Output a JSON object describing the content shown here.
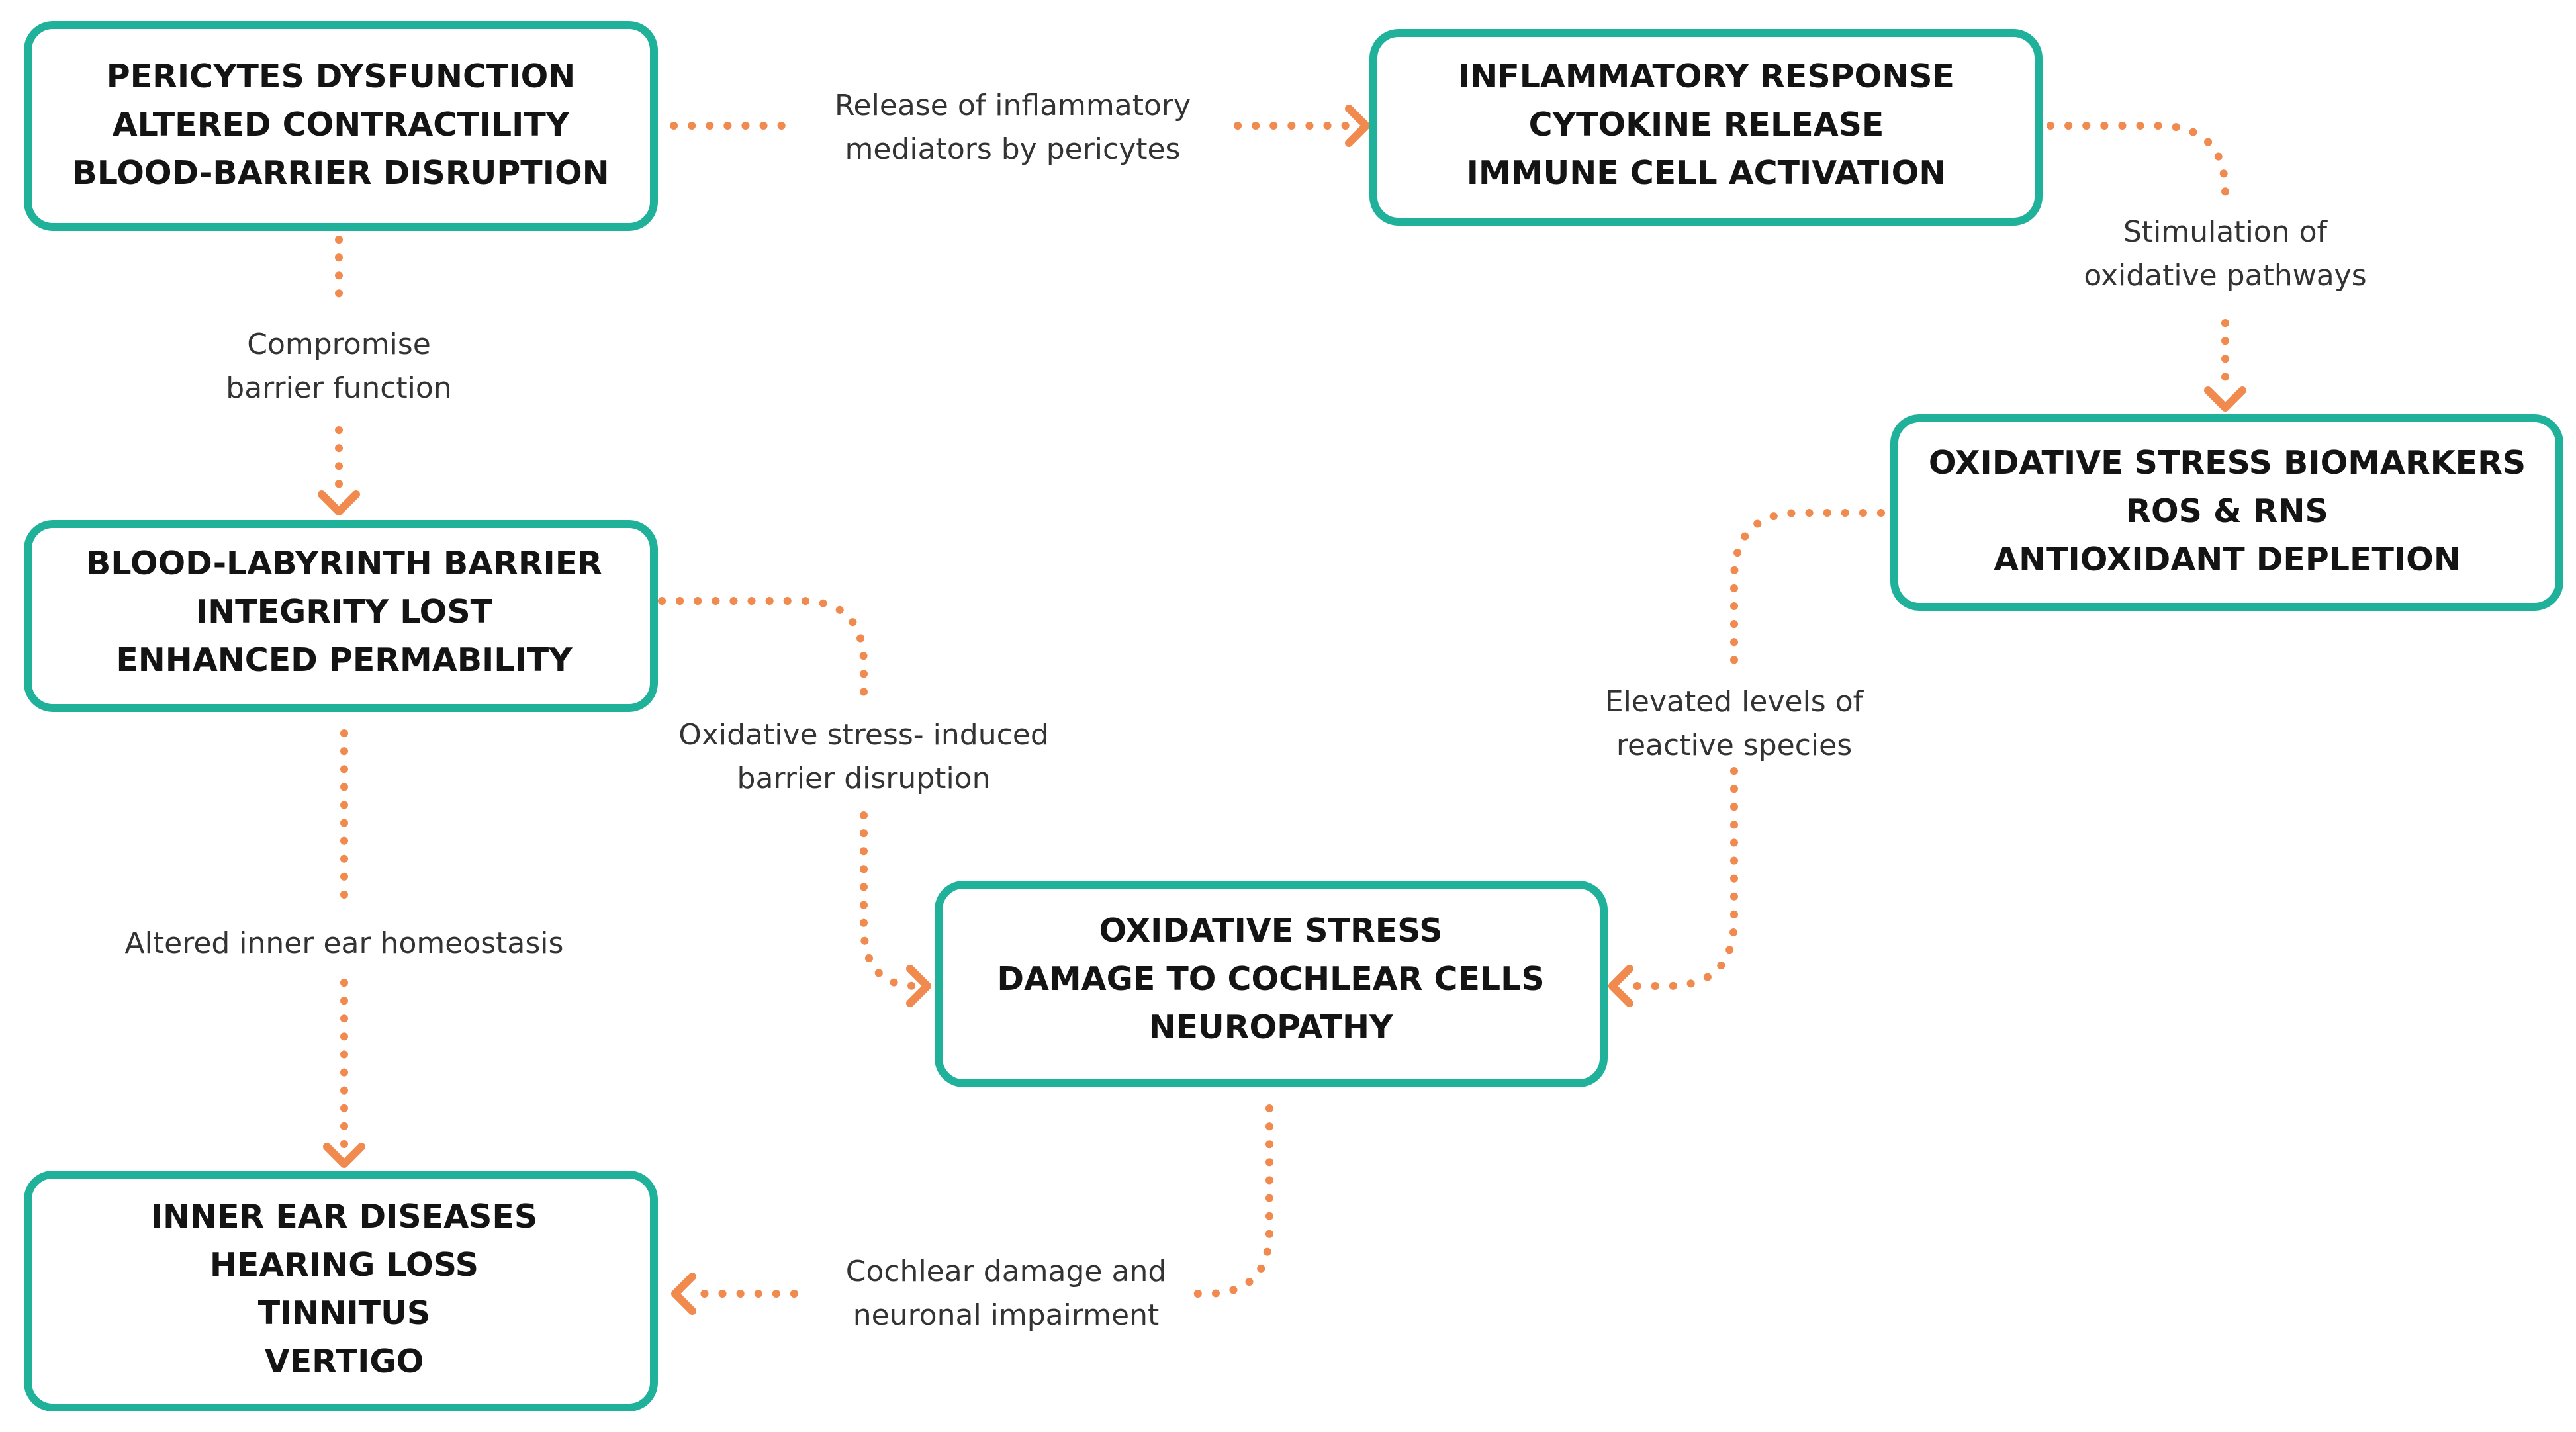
{
  "colors": {
    "box_border": "#1fb199",
    "connector": "#f08a4f",
    "box_text": "#141414",
    "label_text": "#333333"
  },
  "nodes": {
    "pericytes": {
      "lines": [
        "PERICYTES DYSFUNCTION",
        "ALTERED CONTRACTILITY",
        "BLOOD-BARRIER DISRUPTION"
      ]
    },
    "inflammatory": {
      "lines": [
        "INFLAMMATORY RESPONSE",
        "CYTOKINE RELEASE",
        "IMMUNE CELL ACTIVATION"
      ]
    },
    "blb": {
      "lines": [
        "BLOOD-LABYRINTH BARRIER",
        "INTEGRITY LOST",
        "ENHANCED PERMABILITY"
      ]
    },
    "biomarkers": {
      "lines": [
        "OXIDATIVE STRESS BIOMARKERS",
        "ROS & RNS",
        "ANTIOXIDANT DEPLETION"
      ]
    },
    "oxidative": {
      "lines": [
        "OXIDATIVE STRESS",
        "DAMAGE TO COCHLEAR CELLS",
        "NEUROPATHY"
      ]
    },
    "diseases": {
      "lines": [
        "INNER EAR DISEASES",
        "HEARING LOSS",
        "TINNITUS",
        "VERTIGO"
      ]
    }
  },
  "edges": {
    "release": {
      "from": "pericytes",
      "to": "inflammatory",
      "lines": [
        "Release of inflammatory",
        "mediators by pericytes"
      ]
    },
    "stimulation": {
      "from": "inflammatory",
      "to": "biomarkers",
      "lines": [
        "Stimulation of",
        "oxidative pathways"
      ]
    },
    "compromise": {
      "from": "pericytes",
      "to": "blb",
      "lines": [
        "Compromise",
        "barrier function"
      ]
    },
    "elevated": {
      "from": "biomarkers",
      "to": "oxidative",
      "lines": [
        "Elevated levels of",
        "reactive species"
      ]
    },
    "barrier_disruption": {
      "from": "blb",
      "to": "oxidative",
      "lines": [
        "Oxidative stress- induced",
        "barrier disruption"
      ]
    },
    "homeostasis": {
      "from": "blb",
      "to": "diseases",
      "lines": [
        "Altered inner ear homeostasis"
      ]
    },
    "cochlear": {
      "from": "oxidative",
      "to": "diseases",
      "lines": [
        "Cochlear damage and",
        "neuronal impairment"
      ]
    }
  }
}
